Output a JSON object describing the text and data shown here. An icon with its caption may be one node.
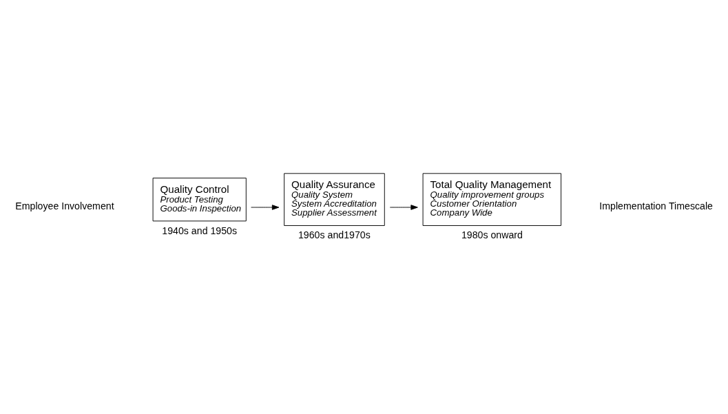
{
  "diagram": {
    "nodes": [
      {
        "text": [
          "Quality Control",
          "Product Testing",
          "Goods-in Inspection"
        ],
        "beside": [
          "1940s and 1950s"
        ]
      },
      {
        "text": [
          "Quality Assurance",
          "Quality System",
          "System Accreditation",
          "Supplier Assessment"
        ],
        "beside": [
          "1960s and1970s"
        ]
      },
      {
        "text": [
          "Total Quality Management",
          "Quality improvement groups",
          "Customer Orientation",
          "Company Wide"
        ],
        "beside": [
          "1980s onward"
        ]
      }
    ],
    "edges": [
      {
        "from": 0,
        "to": 1,
        "arrow": "to"
      },
      {
        "from": 1,
        "to": 2,
        "arrow": "to"
      }
    ],
    "labels": [
      "Employee Involvement",
      "Implementation Timescale"
    ]
  }
}
